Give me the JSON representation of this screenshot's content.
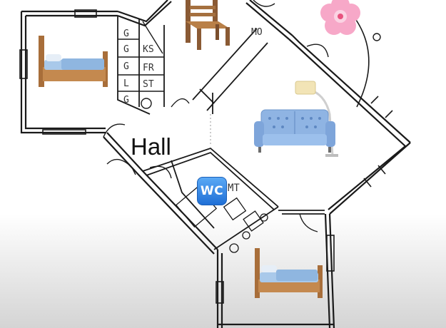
{
  "rooms": {
    "hall_label": "Hall"
  },
  "bathroom": {
    "wc_badge": "WC",
    "mt_label": "MT"
  },
  "kitchen": {
    "mo_label": "MO"
  },
  "cabinets": {
    "left_column": [
      "G",
      "G",
      "G",
      "L",
      "G"
    ],
    "right_column": [
      "KS",
      "FR",
      "ST"
    ]
  },
  "icons": {
    "bed_top_left": "bed-icon",
    "bed_bottom": "bed-icon",
    "chair": "chair-icon",
    "sofa": "sofa-icon",
    "floor_lamp": "floor-lamp-icon",
    "flower": "cherry-blossom-icon",
    "toilet_badge": "wc-icon"
  },
  "colors": {
    "wall": "#1a1a1a",
    "bedding": "#a9c9ea",
    "wood": "#b07a45",
    "sofa": "#8fb4e3",
    "flower": "#f7a8c8",
    "wc": "#2a7de1"
  }
}
